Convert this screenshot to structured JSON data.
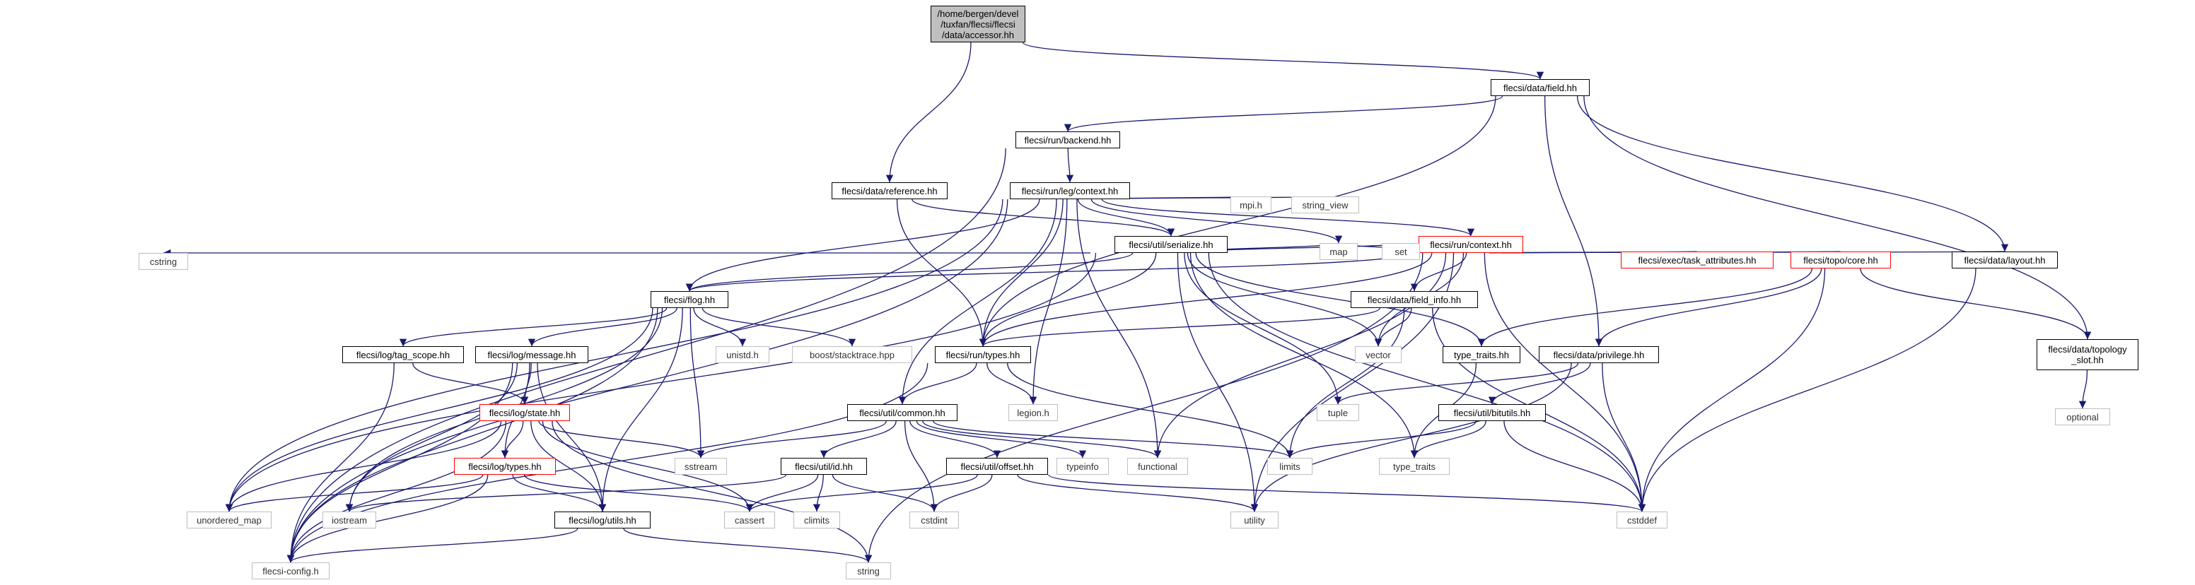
{
  "graph": {
    "edge_color": "#191970",
    "nodes": {
      "accessor": {
        "label": "/home/bergen/devel\n/tuxfan/flecsi/flecsi\n/data/accessor.hh",
        "kind": "root"
      },
      "field": {
        "label": "flecsi/data/field.hh",
        "kind": "doc"
      },
      "backend": {
        "label": "flecsi/run/backend.hh",
        "kind": "doc"
      },
      "reference": {
        "label": "flecsi/data/reference.hh",
        "kind": "doc"
      },
      "leg_context": {
        "label": "flecsi/run/leg/context.hh",
        "kind": "doc"
      },
      "mpi": {
        "label": "mpi.h",
        "kind": "sys"
      },
      "string_view": {
        "label": "string_view",
        "kind": "sys"
      },
      "run_context": {
        "label": "flecsi/run/context.hh",
        "kind": "red"
      },
      "serialize": {
        "label": "flecsi/util/serialize.hh",
        "kind": "doc"
      },
      "cstring": {
        "label": "cstring",
        "kind": "sys"
      },
      "map": {
        "label": "map",
        "kind": "sys"
      },
      "set": {
        "label": "set",
        "kind": "sys"
      },
      "task_attributes": {
        "label": "flecsi/exec/task_attributes.hh",
        "kind": "red"
      },
      "topo_core": {
        "label": "flecsi/topo/core.hh",
        "kind": "red"
      },
      "layout": {
        "label": "flecsi/data/layout.hh",
        "kind": "doc"
      },
      "flog": {
        "label": "flecsi/flog.hh",
        "kind": "doc"
      },
      "field_info": {
        "label": "flecsi/data/field_info.hh",
        "kind": "doc"
      },
      "unistd": {
        "label": "unistd.h",
        "kind": "sys"
      },
      "stacktrace": {
        "label": "boost/stacktrace.hpp",
        "kind": "sys"
      },
      "vector": {
        "label": "vector",
        "kind": "sys"
      },
      "tag_scope": {
        "label": "flecsi/log/tag_scope.hh",
        "kind": "doc"
      },
      "message": {
        "label": "flecsi/log/message.hh",
        "kind": "doc"
      },
      "run_types": {
        "label": "flecsi/run/types.hh",
        "kind": "doc"
      },
      "type_traits_hh": {
        "label": "type_traits.hh",
        "kind": "doc"
      },
      "privilege": {
        "label": "flecsi/data/privilege.hh",
        "kind": "doc"
      },
      "topology_slot": {
        "label": "flecsi/data/topology\n_slot.hh",
        "kind": "doc"
      },
      "log_state": {
        "label": "flecsi/log/state.hh",
        "kind": "red"
      },
      "legion": {
        "label": "legion.h",
        "kind": "sys"
      },
      "tuple": {
        "label": "tuple",
        "kind": "sys"
      },
      "optional": {
        "label": "optional",
        "kind": "sys"
      },
      "common": {
        "label": "flecsi/util/common.hh",
        "kind": "doc"
      },
      "bitutils": {
        "label": "flecsi/util/bitutils.hh",
        "kind": "doc"
      },
      "sstream": {
        "label": "sstream",
        "kind": "sys"
      },
      "functional": {
        "label": "functional",
        "kind": "sys"
      },
      "limits": {
        "label": "limits",
        "kind": "sys"
      },
      "type_traits": {
        "label": "type_traits",
        "kind": "sys"
      },
      "log_types": {
        "label": "flecsi/log/types.hh",
        "kind": "red"
      },
      "util_id": {
        "label": "flecsi/util/id.hh",
        "kind": "doc"
      },
      "typeinfo": {
        "label": "typeinfo",
        "kind": "sys"
      },
      "offset": {
        "label": "flecsi/util/offset.hh",
        "kind": "doc"
      },
      "unordered_map": {
        "label": "unordered_map",
        "kind": "sys"
      },
      "iostream": {
        "label": "iostream",
        "kind": "sys"
      },
      "cassert": {
        "label": "cassert",
        "kind": "sys"
      },
      "climits": {
        "label": "climits",
        "kind": "sys"
      },
      "cstdint": {
        "label": "cstdint",
        "kind": "sys"
      },
      "utility": {
        "label": "utility",
        "kind": "sys"
      },
      "cstddef": {
        "label": "cstddef",
        "kind": "sys"
      },
      "log_utils": {
        "label": "flecsi/log/utils.hh",
        "kind": "doc"
      },
      "flecsi_config": {
        "label": "flecsi-config.h",
        "kind": "sys"
      },
      "string": {
        "label": "string",
        "kind": "sys"
      }
    },
    "edges": [
      [
        "accessor",
        "field"
      ],
      [
        "accessor",
        "reference"
      ],
      [
        "field",
        "backend"
      ],
      [
        "field",
        "run_types"
      ],
      [
        "field",
        "layout"
      ],
      [
        "field",
        "privilege"
      ],
      [
        "field",
        "topology_slot"
      ],
      [
        "backend",
        "leg_context"
      ],
      [
        "backend",
        "flecsi_config"
      ],
      [
        "reference",
        "serialize"
      ],
      [
        "reference",
        "run_types"
      ],
      [
        "leg_context",
        "mpi"
      ],
      [
        "leg_context",
        "string_view"
      ],
      [
        "leg_context",
        "run_context"
      ],
      [
        "leg_context",
        "serialize"
      ],
      [
        "leg_context",
        "map"
      ],
      [
        "leg_context",
        "run_types"
      ],
      [
        "leg_context",
        "legion"
      ],
      [
        "leg_context",
        "functional"
      ],
      [
        "leg_context",
        "common"
      ],
      [
        "leg_context",
        "unordered_map"
      ],
      [
        "leg_context",
        "flecsi_config"
      ],
      [
        "leg_context",
        "flog"
      ],
      [
        "run_context",
        "map"
      ],
      [
        "run_context",
        "set"
      ],
      [
        "run_context",
        "task_attributes"
      ],
      [
        "run_context",
        "topo_core"
      ],
      [
        "run_context",
        "layout"
      ],
      [
        "run_context",
        "flog"
      ],
      [
        "run_context",
        "field_info"
      ],
      [
        "run_context",
        "vector"
      ],
      [
        "run_context",
        "run_types"
      ],
      [
        "run_context",
        "functional"
      ],
      [
        "run_context",
        "utility"
      ],
      [
        "run_context",
        "cstddef"
      ],
      [
        "run_context",
        "string"
      ],
      [
        "serialize",
        "cstring"
      ],
      [
        "serialize",
        "map"
      ],
      [
        "serialize",
        "set"
      ],
      [
        "serialize",
        "flog"
      ],
      [
        "serialize",
        "vector"
      ],
      [
        "serialize",
        "type_traits_hh"
      ],
      [
        "serialize",
        "tuple"
      ],
      [
        "serialize",
        "type_traits"
      ],
      [
        "serialize",
        "utility"
      ],
      [
        "serialize",
        "cstddef"
      ],
      [
        "serialize",
        "unordered_map"
      ],
      [
        "serialize",
        "run_types"
      ],
      [
        "topo_core",
        "type_traits_hh"
      ],
      [
        "topo_core",
        "privilege"
      ],
      [
        "topo_core",
        "topology_slot"
      ],
      [
        "topo_core",
        "cstddef"
      ],
      [
        "layout",
        "cstddef"
      ],
      [
        "flog",
        "unistd"
      ],
      [
        "flog",
        "stacktrace"
      ],
      [
        "flog",
        "tag_scope"
      ],
      [
        "flog",
        "message"
      ],
      [
        "flog",
        "sstream"
      ],
      [
        "flog",
        "log_utils"
      ],
      [
        "flog",
        "iostream"
      ],
      [
        "flog",
        "flecsi_config"
      ],
      [
        "flog",
        "unordered_map"
      ],
      [
        "field_info",
        "run_types"
      ],
      [
        "field_info",
        "vector"
      ],
      [
        "field_info",
        "limits"
      ],
      [
        "field_info",
        "cstddef"
      ],
      [
        "tag_scope",
        "log_state"
      ],
      [
        "tag_scope",
        "flecsi_config"
      ],
      [
        "message",
        "log_state"
      ],
      [
        "message",
        "log_types"
      ],
      [
        "message",
        "log_utils"
      ],
      [
        "message",
        "iostream"
      ],
      [
        "message",
        "flecsi_config"
      ],
      [
        "run_types",
        "common"
      ],
      [
        "run_types",
        "legion"
      ],
      [
        "run_types",
        "limits"
      ],
      [
        "run_types",
        "flecsi_config"
      ],
      [
        "type_traits_hh",
        "type_traits"
      ],
      [
        "privilege",
        "tuple"
      ],
      [
        "privilege",
        "bitutils"
      ],
      [
        "privilege",
        "utility"
      ],
      [
        "privilege",
        "cstddef"
      ],
      [
        "topology_slot",
        "optional"
      ],
      [
        "log_state",
        "sstream"
      ],
      [
        "log_state",
        "log_types"
      ],
      [
        "log_state",
        "log_utils"
      ],
      [
        "log_state",
        "string"
      ],
      [
        "log_state",
        "unordered_map"
      ],
      [
        "log_state",
        "cassert"
      ],
      [
        "log_state",
        "flecsi_config"
      ],
      [
        "common",
        "sstream"
      ],
      [
        "common",
        "functional"
      ],
      [
        "common",
        "limits"
      ],
      [
        "common",
        "typeinfo"
      ],
      [
        "common",
        "util_id"
      ],
      [
        "common",
        "offset"
      ],
      [
        "common",
        "cstdint"
      ],
      [
        "bitutils",
        "limits"
      ],
      [
        "bitutils",
        "type_traits"
      ],
      [
        "bitutils",
        "cstddef"
      ],
      [
        "log_types",
        "unordered_map"
      ],
      [
        "log_types",
        "cassert"
      ],
      [
        "log_types",
        "log_utils"
      ],
      [
        "log_types",
        "flecsi_config"
      ],
      [
        "util_id",
        "iostream"
      ],
      [
        "util_id",
        "cassert"
      ],
      [
        "util_id",
        "climits"
      ],
      [
        "util_id",
        "cstdint"
      ],
      [
        "offset",
        "cassert"
      ],
      [
        "offset",
        "cstdint"
      ],
      [
        "offset",
        "utility"
      ],
      [
        "offset",
        "cstddef"
      ],
      [
        "log_utils",
        "flecsi_config"
      ],
      [
        "log_utils",
        "string"
      ]
    ]
  }
}
